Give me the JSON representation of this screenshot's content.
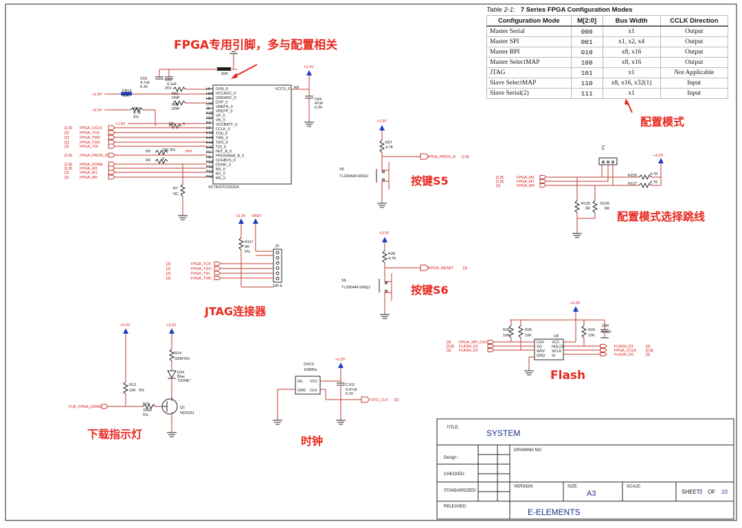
{
  "table": {
    "caption_prefix": "Table 2-1:",
    "caption": "7 Series FPGA Configuration Modes",
    "headers": [
      "Configuration Mode",
      "M[2:0]",
      "Bus Width",
      "CCLK Direction"
    ],
    "rows": [
      [
        "Master Serial",
        "000",
        "x1",
        "Output"
      ],
      [
        "Master SPI",
        "001",
        "x1, x2, x4",
        "Output"
      ],
      [
        "Master BPI",
        "010",
        "x8, x16",
        "Output"
      ],
      [
        "Master SelectMAP",
        "100",
        "x8, x16",
        "Output"
      ],
      [
        "JTAG",
        "101",
        "x1",
        "Not Applicable"
      ],
      [
        "Slave SelectMAP",
        "110",
        "x8, x16, x32(1)",
        "Input"
      ],
      [
        "Slave Serial(2)",
        "111",
        "x1",
        "Input"
      ]
    ]
  },
  "annotations": {
    "fpga": "FPGA专用引脚，多与配置相关",
    "mode": "配置模式",
    "s5": "按键S5",
    "jumper": "配置模式选择跳线",
    "s6": "按键S6",
    "jtag": "JTAG连接器",
    "flash": "Flash",
    "led": "下载指示灯",
    "clock": "时钟"
  },
  "fpga": {
    "part": "XC7A15TCSG324",
    "pins_left": [
      "L9",
      "H10",
      "H9",
      "L10",
      "J9",
      "K10",
      "J10",
      "K9",
      "E9",
      "E10",
      "E12",
      "E13",
      "E11",
      "P7",
      "P8",
      "P10",
      "P11",
      "P13",
      "P12"
    ],
    "pins_right": [
      "DXN_0",
      "VCCADC_0",
      "GNDADC_0",
      "DXP_0",
      "VREFN_0",
      "VREFP_0",
      "VP_0",
      "VN_0",
      "VCCBATT_0",
      "CCLK_0",
      "TCK_0",
      "TMS_0",
      "TDO_0",
      "TDI_0",
      "INIT_B_0",
      "PROGRAM_B_0",
      "CFGBVS_0",
      "DONE_0",
      "M2_0",
      "M1_0",
      "M0_0"
    ],
    "vcco_label": "VCCO_0",
    "vcco_pin": "R9",
    "nets": [
      {
        "ref": "[2,8]",
        "name": "FPGA_CCLK"
      },
      {
        "ref": "[2]",
        "name": "FPGA_TCK"
      },
      {
        "ref": "[2]",
        "name": "FPGA_TMS"
      },
      {
        "ref": "[2]",
        "name": "FPGA_TDO"
      },
      {
        "ref": "[2]",
        "name": "FPGA_TDI"
      },
      {
        "ref": "[2,8]",
        "name": "FPGA_PROG_B"
      },
      {
        "ref": "[2,8]",
        "name": "FPGA_DONE"
      },
      {
        "ref": "[2,8]",
        "name": "FPGA_M2"
      },
      {
        "ref": "[2]",
        "name": "FPGA_M1"
      },
      {
        "ref": "[2]",
        "name": "FPGA_M0"
      }
    ],
    "int_label": "INIT"
  },
  "parts": {
    "c63": "C63",
    "c63v": "4.7uF",
    "c63r": "6.3V",
    "c62": "C62",
    "c62v": "0.1uF",
    "c62r": "25V",
    "fb15": "FB15",
    "fb15v": "60R",
    "fb14": "FB14",
    "fb14v": "60R",
    "r81": "R81",
    "r81v": "DNP",
    "r80": "R80",
    "r80v": "DNP",
    "r82": "R82",
    "r82v": "4.7K",
    "r82t": "5%",
    "r8": "R8",
    "r8v": "0",
    "r5": "R5",
    "r5v": "10K 5%",
    "r6": "R6",
    "r6v": "0",
    "r7": "R7",
    "r7v": "NC",
    "c64": "C64",
    "c64v": "47uF",
    "c64r": "6.3V",
    "r27": "R27",
    "r27v": "4.7K",
    "s5": "S5",
    "s5p": "TL3304AF160QJ",
    "prog_net": "FPGA_PROG_B",
    "prog_ref": "[2,8]",
    "r28": "R28",
    "r28v": "4.7K",
    "s6": "S6",
    "s6p": "TL3304AF160QJ",
    "reset_net": "FPGA_RESET",
    "reset_ref": "[3]",
    "p1": "P1",
    "r159": "R159",
    "r159v": "4.7K",
    "r127": "R127",
    "r127v": "4.7K",
    "r125": "R125",
    "r125v": "0R",
    "r126": "R126",
    "r126v": "0R",
    "jp_nets": [
      {
        "ref": "[2,8]",
        "name": "FPGA_M2"
      },
      {
        "ref": "[2,8]",
        "name": "FPGA_M1"
      },
      {
        "ref": "[2]",
        "name": "FPGA_M0"
      }
    ],
    "r117": "R117",
    "r117v": "0R",
    "r117t": "5%",
    "vref": "VREF",
    "j3": "J3",
    "j3p": "SIP-6",
    "jtag_nets": [
      {
        "ref": "[2]",
        "name": "FPGA_TCK"
      },
      {
        "ref": "[2]",
        "name": "FPGA_TDO"
      },
      {
        "ref": "[2]",
        "name": "FPGA_TDI"
      },
      {
        "ref": "[2]",
        "name": "FPGA_TMS"
      }
    ],
    "r26": "R26",
    "r26v": "10K",
    "r25": "R25",
    "r25v": "10K",
    "r24": "R24",
    "r24v": "10K",
    "c84": "C84",
    "c84v": "0.1uF",
    "u9": "U9",
    "u9_left": [
      "CS#",
      "SO",
      "WP#",
      "GND"
    ],
    "u9_right": [
      "VCC",
      "HOLD#",
      "SCLK",
      "SI"
    ],
    "flash_left": [
      {
        "ref": "[3]",
        "name": "FPGA_SPI_CS#"
      },
      {
        "ref": "[3,8]",
        "name": "FLASH_D1"
      },
      {
        "ref": "[3]",
        "name": "FLASH_D2"
      }
    ],
    "flash_right": [
      {
        "name": "FLASH_D3",
        "ref": "[3]"
      },
      {
        "name": "FPGA_CCLK",
        "ref": "[2,8]"
      },
      {
        "name": "FLASH_D0",
        "ref": "[3]"
      }
    ],
    "r13": "R13",
    "r13v": "10K",
    "r13t": "5%",
    "r14": "R14",
    "r14v": "330R",
    "r14t": "5%",
    "r15": "R15",
    "r15v": "330R",
    "r15t": "5%",
    "d24": "D24",
    "d24c": "Blue",
    "d24n": "\"DONE\"",
    "q1": "Q1",
    "q1p": "NDS331",
    "done_ref": "[2,8]",
    "done_net": "FPGA_DONE",
    "osc2": "OSC2",
    "osc2f": "100Mhz",
    "osc_pins": [
      "NC",
      "GND",
      "VCC",
      "CLK"
    ],
    "c102": "C102",
    "c102v": "0.47uF",
    "c102r": "6.3V",
    "sys_clk": "SYS_CLK",
    "sys_ref": "[2]",
    "rail33": "+3.3V",
    "rail18": "+1.8V"
  },
  "titleblock": {
    "title_label": "TITLE:",
    "title": "SYSTEM",
    "design": "Design :",
    "drawing_no": "DRAWING NO:",
    "checked": "CHECKED:",
    "standardized": "STANDARDIZED:",
    "version": "VERSION:",
    "size_label": "SIZE:",
    "size": "A3",
    "scale": "SCALE:",
    "sheet_label": "SHEET:",
    "sheet": "2",
    "of": "OF",
    "total": "10",
    "released": "RELEASED:",
    "company": "E-ELEMENTS"
  }
}
